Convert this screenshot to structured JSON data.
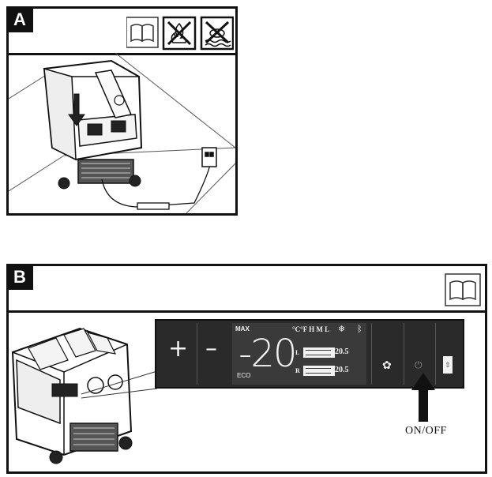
{
  "panel_a": {
    "label": "A",
    "warning_icons": [
      "manual-book-icon",
      "no-fire-icon",
      "no-water-icon"
    ]
  },
  "panel_b": {
    "label": "B",
    "icons": [
      "manual-book-icon"
    ],
    "control_panel": {
      "plus": "+",
      "minus": "–",
      "max_label": "MAX",
      "eco_label": "ECO",
      "temperature": "-20",
      "units_modes": "°C°F H M L",
      "zone_left_label": "L",
      "zone_left_value": "20.5",
      "zone_right_label": "R",
      "zone_right_value": "20.5",
      "colors": {
        "lcd_background": "#3a3a3a",
        "panel_background": "#2a2a2a",
        "lcd_text": "#f2f2f2"
      }
    },
    "callout": "ON/OFF"
  }
}
